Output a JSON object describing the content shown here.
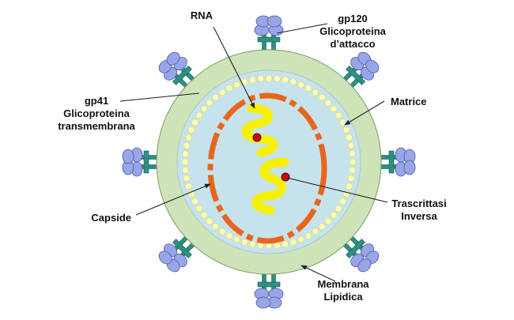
{
  "labels": {
    "rna": "RNA",
    "gp120": {
      "line1": "gp120",
      "line2": "Glicoproteina",
      "line3": "d’attacco"
    },
    "gp41": {
      "line1": "gp41",
      "line2": "Glicoproteina",
      "line3": "transmembrana"
    },
    "matrice": "Matrice",
    "capside": "Capside",
    "trascrittasi": {
      "line1": "Trascrittasi",
      "line2": "Inversa"
    },
    "membrana": {
      "line1": "Membrana",
      "line2": "Lipidica"
    }
  },
  "colors": {
    "membrane": "#cfe3b8",
    "membrane_stroke": "#7a9a6a",
    "matrix": "#c6e3ec",
    "capsid_dots": "#fdfcb2",
    "capsid_core": "#e8661c",
    "rna": "#f7f000",
    "enzyme": "#cc0000",
    "stalk": "#2f8f80",
    "knob": "#98a6e8"
  },
  "glycoprotein_count": 8
}
